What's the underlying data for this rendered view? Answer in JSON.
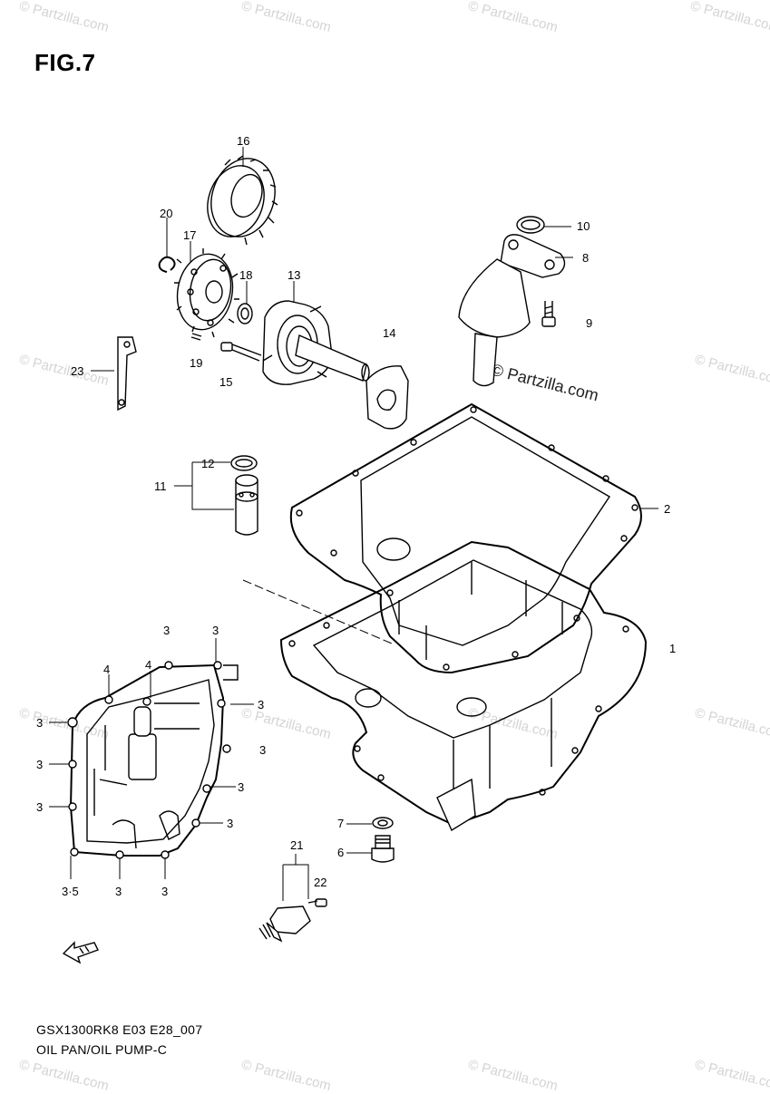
{
  "figure": {
    "title": "FIG.7"
  },
  "footer": {
    "code": "GSX1300RK8 E03 E28_007",
    "name": "OIL PAN/OIL PUMP-C"
  },
  "watermark": {
    "text": "© Partzilla.com",
    "main": "© Partzilla.com"
  },
  "callouts": {
    "c1": "1",
    "c2": "2",
    "c3": "3",
    "c4": "4",
    "c6": "6",
    "c7": "7",
    "c8": "8",
    "c9": "9",
    "c10": "10",
    "c11": "11",
    "c12": "12",
    "c13": "13",
    "c14": "14",
    "c15": "15",
    "c16": "16",
    "c17": "17",
    "c18": "18",
    "c19": "19",
    "c20": "20",
    "c21": "21",
    "c22": "22",
    "c23": "23",
    "c3_5": "3·5"
  },
  "icons": {
    "front_arrow": "fwd-arrow-icon"
  }
}
